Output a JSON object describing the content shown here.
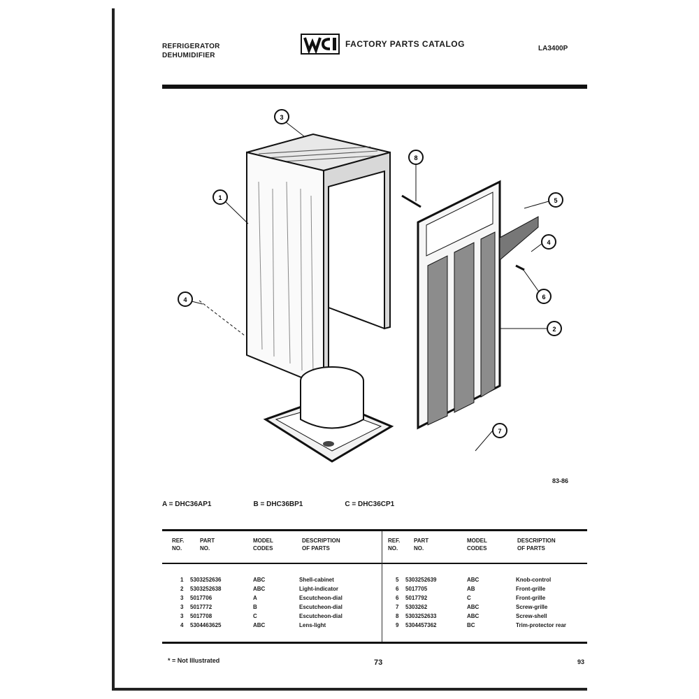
{
  "header": {
    "brand_line1": "REFRIGERATOR",
    "brand_line2": "DEHUMIDIFIER",
    "catalog_title": "FACTORY PARTS CATALOG",
    "model_ref": "LA3400P"
  },
  "diagram": {
    "callouts": [
      "3",
      "1",
      "8",
      "5",
      "4",
      "6",
      "4",
      "2",
      "7"
    ],
    "ref_code": "83-86"
  },
  "models": {
    "a": "A = DHC36AP1",
    "b": "B = DHC36BP1",
    "c": "C = DHC36CP1"
  },
  "table": {
    "headers": {
      "ref_no": "REF.\nNO.",
      "part_no": "PART\nNO.",
      "model_codes": "MODEL\nCODES",
      "description": "DESCRIPTION\nOF PARTS"
    },
    "left_rows": [
      {
        "ref": "1",
        "part": "5303252636",
        "codes": "ABC",
        "desc": "Shell-cabinet"
      },
      {
        "ref": "2",
        "part": "5303252638",
        "codes": "ABC",
        "desc": "Light-indicator"
      },
      {
        "ref": "3",
        "part": "5017706",
        "codes": "A",
        "desc": "Escutcheon-dial"
      },
      {
        "ref": "3",
        "part": "5017772",
        "codes": "B",
        "desc": "Escutcheon-dial"
      },
      {
        "ref": "3",
        "part": "5017708",
        "codes": "C",
        "desc": "Escutcheon-dial"
      },
      {
        "ref": "4",
        "part": "5304463625",
        "codes": "ABC",
        "desc": "Lens-light"
      }
    ],
    "right_rows": [
      {
        "ref": "5",
        "part": "5303252639",
        "codes": "ABC",
        "desc": "Knob-control"
      },
      {
        "ref": "6",
        "part": "5017705",
        "codes": "AB",
        "desc": "Front-grille"
      },
      {
        "ref": "6",
        "part": "5017792",
        "codes": "C",
        "desc": "Front-grille"
      },
      {
        "ref": "7",
        "part": "5303262",
        "codes": "ABC",
        "desc": "Screw-grille"
      },
      {
        "ref": "8",
        "part": "5303252633",
        "codes": "ABC",
        "desc": "Screw-shell"
      },
      {
        "ref": "9",
        "part": "5304457362",
        "codes": "BC",
        "desc": "Trim-protector rear"
      }
    ]
  },
  "footer": {
    "note": "* = Not Illustrated",
    "page": "73",
    "right": "93"
  }
}
